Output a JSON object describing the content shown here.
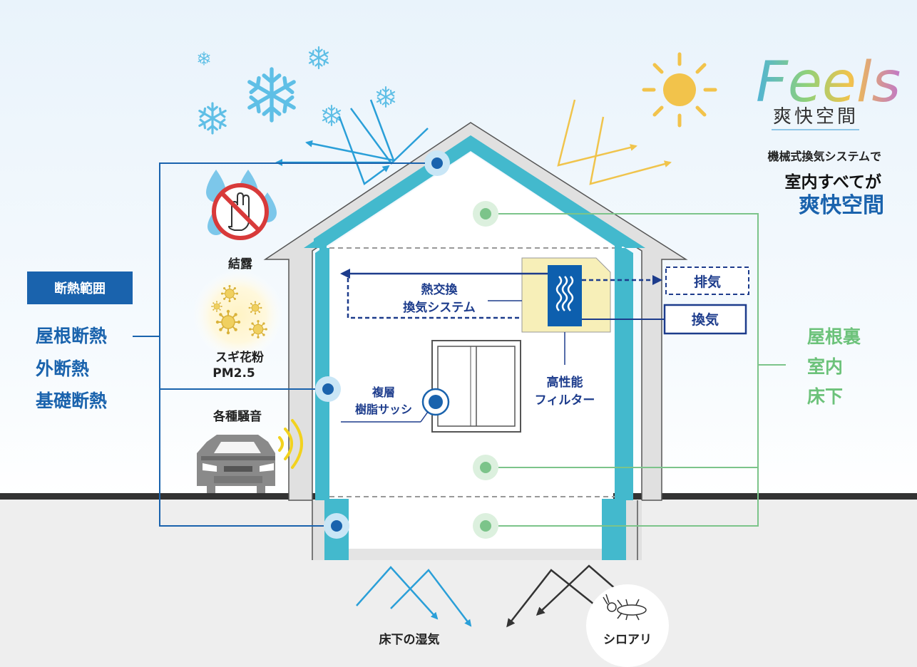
{
  "brand": {
    "logo_text": "Feels",
    "logo_sub": "爽快空間",
    "tagline": "機械式換気システムで",
    "headline_1": "室内すべてが",
    "headline_2": "爽快空間"
  },
  "insulation": {
    "badge": "断熱範囲",
    "items": [
      "屋根断熱",
      "外断熱",
      "基礎断熱"
    ]
  },
  "threats": {
    "condensation": "結露",
    "pollen": "スギ花粉",
    "pm": "PM2.5",
    "noise": "各種騒音",
    "humidity": "床下の湿気",
    "termite": "シロアリ"
  },
  "system": {
    "heat_exchange_1": "熱交換",
    "heat_exchange_2": "換気システム",
    "exhaust": "排気",
    "intake": "換気",
    "filter_1": "高性能",
    "filter_2": "フィルター",
    "sash_1": "複層",
    "sash_2": "樹脂サッシ"
  },
  "spaces": [
    "屋根裏",
    "室内",
    "床下"
  ],
  "colors": {
    "insulation_blue": "#1a63ad",
    "navy": "#1d3c8c",
    "wall_cyan": "#42b8cc",
    "green": "#7cc48a",
    "sun": "#f2c34b",
    "filter_bg": "#f7efb8"
  }
}
